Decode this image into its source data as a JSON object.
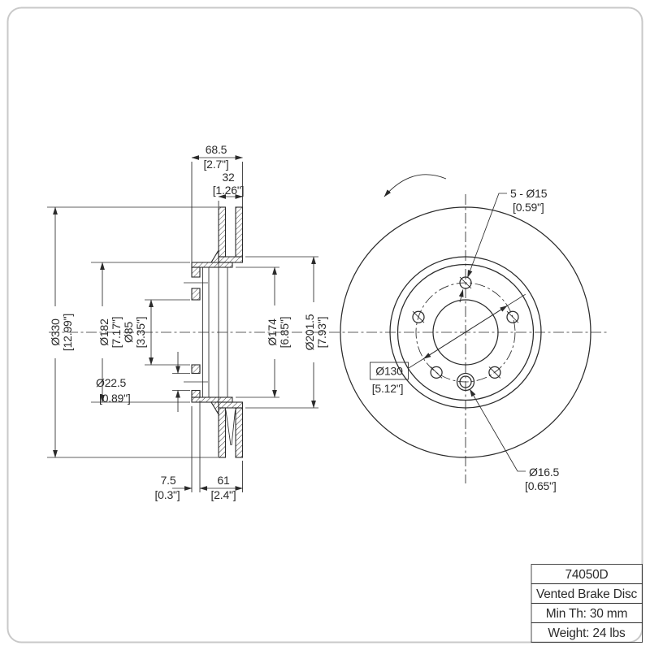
{
  "colors": {
    "line": "#2b2b2b",
    "page_border": "#c9c9c9",
    "background": "#ffffff"
  },
  "section": {
    "dims": {
      "total_width": {
        "mm": "68.5",
        "in": "[2.7\"]"
      },
      "plate_thickness": {
        "mm": "32",
        "in": "[1.26\"]"
      },
      "outer_diameter": {
        "mm": "Ø330",
        "in": "[12.99\"]"
      },
      "hat_diameter": {
        "mm": "Ø182",
        "in": "[7.17\"]"
      },
      "bore_diameter": {
        "mm": "Ø85",
        "in": "[3.35\"]"
      },
      "pin_bore": {
        "mm": "Ø22.5",
        "in": "[0.89\"]"
      },
      "friction_inner": {
        "mm": "Ø174",
        "in": "[6.85\"]"
      },
      "vent_inner": {
        "mm": "Ø201.5",
        "in": "[7.93\"]"
      },
      "mount_offset": {
        "mm": "7.5",
        "in": "[0.3\"]"
      },
      "hat_depth": {
        "mm": "61",
        "in": "[2.4\"]"
      }
    }
  },
  "front": {
    "labels": {
      "bolt_holes": {
        "mm": "5 - Ø15",
        "in": "[0.59\"]"
      },
      "bolt_circle": {
        "mm": "Ø130",
        "in": "[5.12\"]"
      },
      "pin_hole": {
        "mm": "Ø16.5",
        "in": "[0.65\"]"
      }
    }
  },
  "title_block": {
    "part_number": "74050D",
    "description": "Vented Brake Disc",
    "min_thickness": "Min Th: 30 mm",
    "weight": "Weight: 24 lbs"
  }
}
